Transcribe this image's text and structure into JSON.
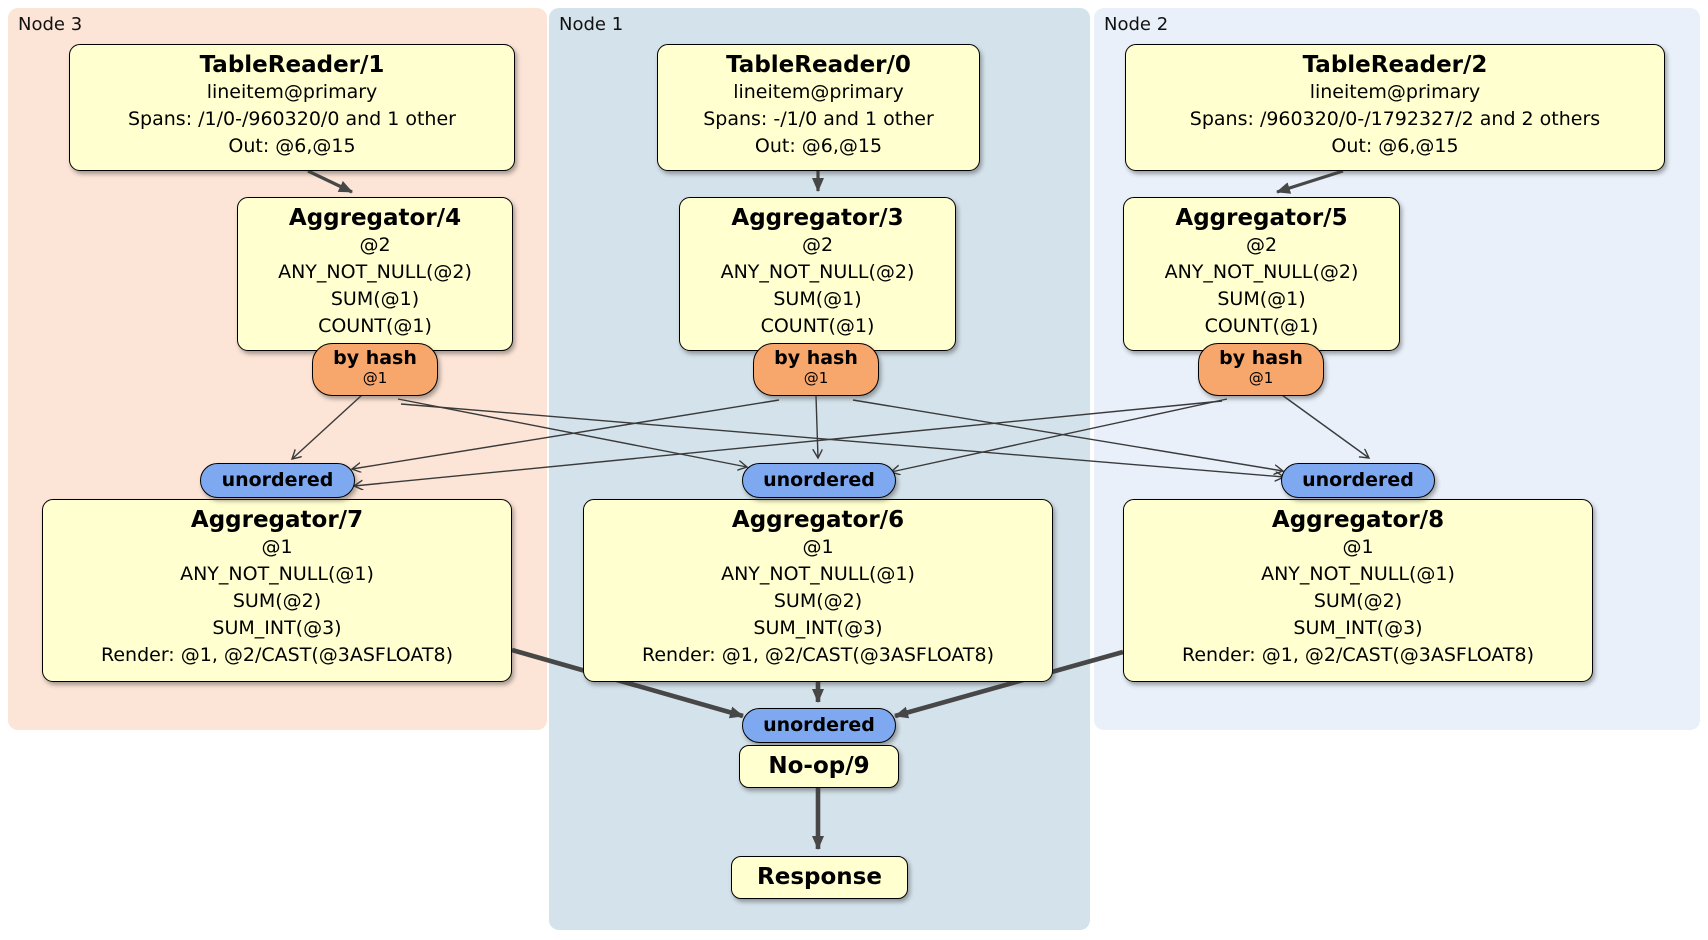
{
  "nodes": {
    "node3": {
      "label": "Node 3"
    },
    "node1": {
      "label": "Node 1"
    },
    "node2": {
      "label": "Node 2"
    }
  },
  "routers": {
    "by_hash": {
      "label": "by hash",
      "detail": "@1"
    },
    "unordered": {
      "label": "unordered"
    }
  },
  "processors": {
    "tr1": {
      "title": "TableReader/1",
      "index": "lineitem@primary",
      "spans": "Spans: /1/0-/960320/0 and 1 other",
      "out": "Out: @6,@15"
    },
    "tr0": {
      "title": "TableReader/0",
      "index": "lineitem@primary",
      "spans": "Spans: -/1/0 and 1 other",
      "out": "Out: @6,@15"
    },
    "tr2": {
      "title": "TableReader/2",
      "index": "lineitem@primary",
      "spans": "Spans: /960320/0-/1792327/2 and 2 others",
      "out": "Out: @6,@15"
    },
    "agg4": {
      "title": "Aggregator/4",
      "lines": [
        "@2",
        "ANY_NOT_NULL(@2)",
        "SUM(@1)",
        "COUNT(@1)"
      ]
    },
    "agg3": {
      "title": "Aggregator/3",
      "lines": [
        "@2",
        "ANY_NOT_NULL(@2)",
        "SUM(@1)",
        "COUNT(@1)"
      ]
    },
    "agg5": {
      "title": "Aggregator/5",
      "lines": [
        "@2",
        "ANY_NOT_NULL(@2)",
        "SUM(@1)",
        "COUNT(@1)"
      ]
    },
    "agg7": {
      "title": "Aggregator/7",
      "lines": [
        "@1",
        "ANY_NOT_NULL(@1)",
        "SUM(@2)",
        "SUM_INT(@3)",
        "Render: @1, @2/CAST(@3ASFLOAT8)"
      ]
    },
    "agg6": {
      "title": "Aggregator/6",
      "lines": [
        "@1",
        "ANY_NOT_NULL(@1)",
        "SUM(@2)",
        "SUM_INT(@3)",
        "Render: @1, @2/CAST(@3ASFLOAT8)"
      ]
    },
    "agg8": {
      "title": "Aggregator/8",
      "lines": [
        "@1",
        "ANY_NOT_NULL(@1)",
        "SUM(@2)",
        "SUM_INT(@3)",
        "Render: @1, @2/CAST(@3ASFLOAT8)"
      ]
    },
    "noop": {
      "title": "No-op/9"
    },
    "response": {
      "title": "Response"
    }
  },
  "edges": [
    {
      "id": "tablereader1>aggregator4",
      "from": "tablereader-1",
      "to": "aggregator-4"
    },
    {
      "id": "tablereader0>aggregator3",
      "from": "tablereader-0",
      "to": "aggregator-3"
    },
    {
      "id": "tablereader2>aggregator5",
      "from": "tablereader-2",
      "to": "aggregator-5"
    },
    {
      "id": "byhash3>unordered3",
      "from": "by-hash-node3",
      "to": "unordered-node3"
    },
    {
      "id": "byhash3>unordered1",
      "from": "by-hash-node3",
      "to": "unordered-node1"
    },
    {
      "id": "byhash3>unordered2",
      "from": "by-hash-node3",
      "to": "unordered-node2"
    },
    {
      "id": "byhash1>unordered3",
      "from": "by-hash-node1",
      "to": "unordered-node3"
    },
    {
      "id": "byhash1>unordered1",
      "from": "by-hash-node1",
      "to": "unordered-node1"
    },
    {
      "id": "byhash1>unordered2",
      "from": "by-hash-node1",
      "to": "unordered-node2"
    },
    {
      "id": "byhash2>unordered3",
      "from": "by-hash-node2",
      "to": "unordered-node3"
    },
    {
      "id": "byhash2>unordered1",
      "from": "by-hash-node2",
      "to": "unordered-node1"
    },
    {
      "id": "byhash2>unordered2",
      "from": "by-hash-node2",
      "to": "unordered-node2"
    },
    {
      "id": "aggregator7>unorderedF",
      "from": "aggregator-7",
      "to": "unordered-final"
    },
    {
      "id": "aggregator6>unorderedF",
      "from": "aggregator-6",
      "to": "unordered-final"
    },
    {
      "id": "aggregator8>unorderedF",
      "from": "aggregator-8",
      "to": "unordered-final"
    },
    {
      "id": "noop9>response",
      "from": "no-op-9",
      "to": "response"
    }
  ],
  "colors": {
    "node3_bg": "#fce4d6",
    "node1_bg": "#d4e2eb",
    "node2_bg": "#e9f0fa",
    "processor_bg": "#ffffcf",
    "by_hash_bg": "#f7a66c",
    "unordered_bg": "#7ea9f0",
    "edge": "#474747"
  }
}
